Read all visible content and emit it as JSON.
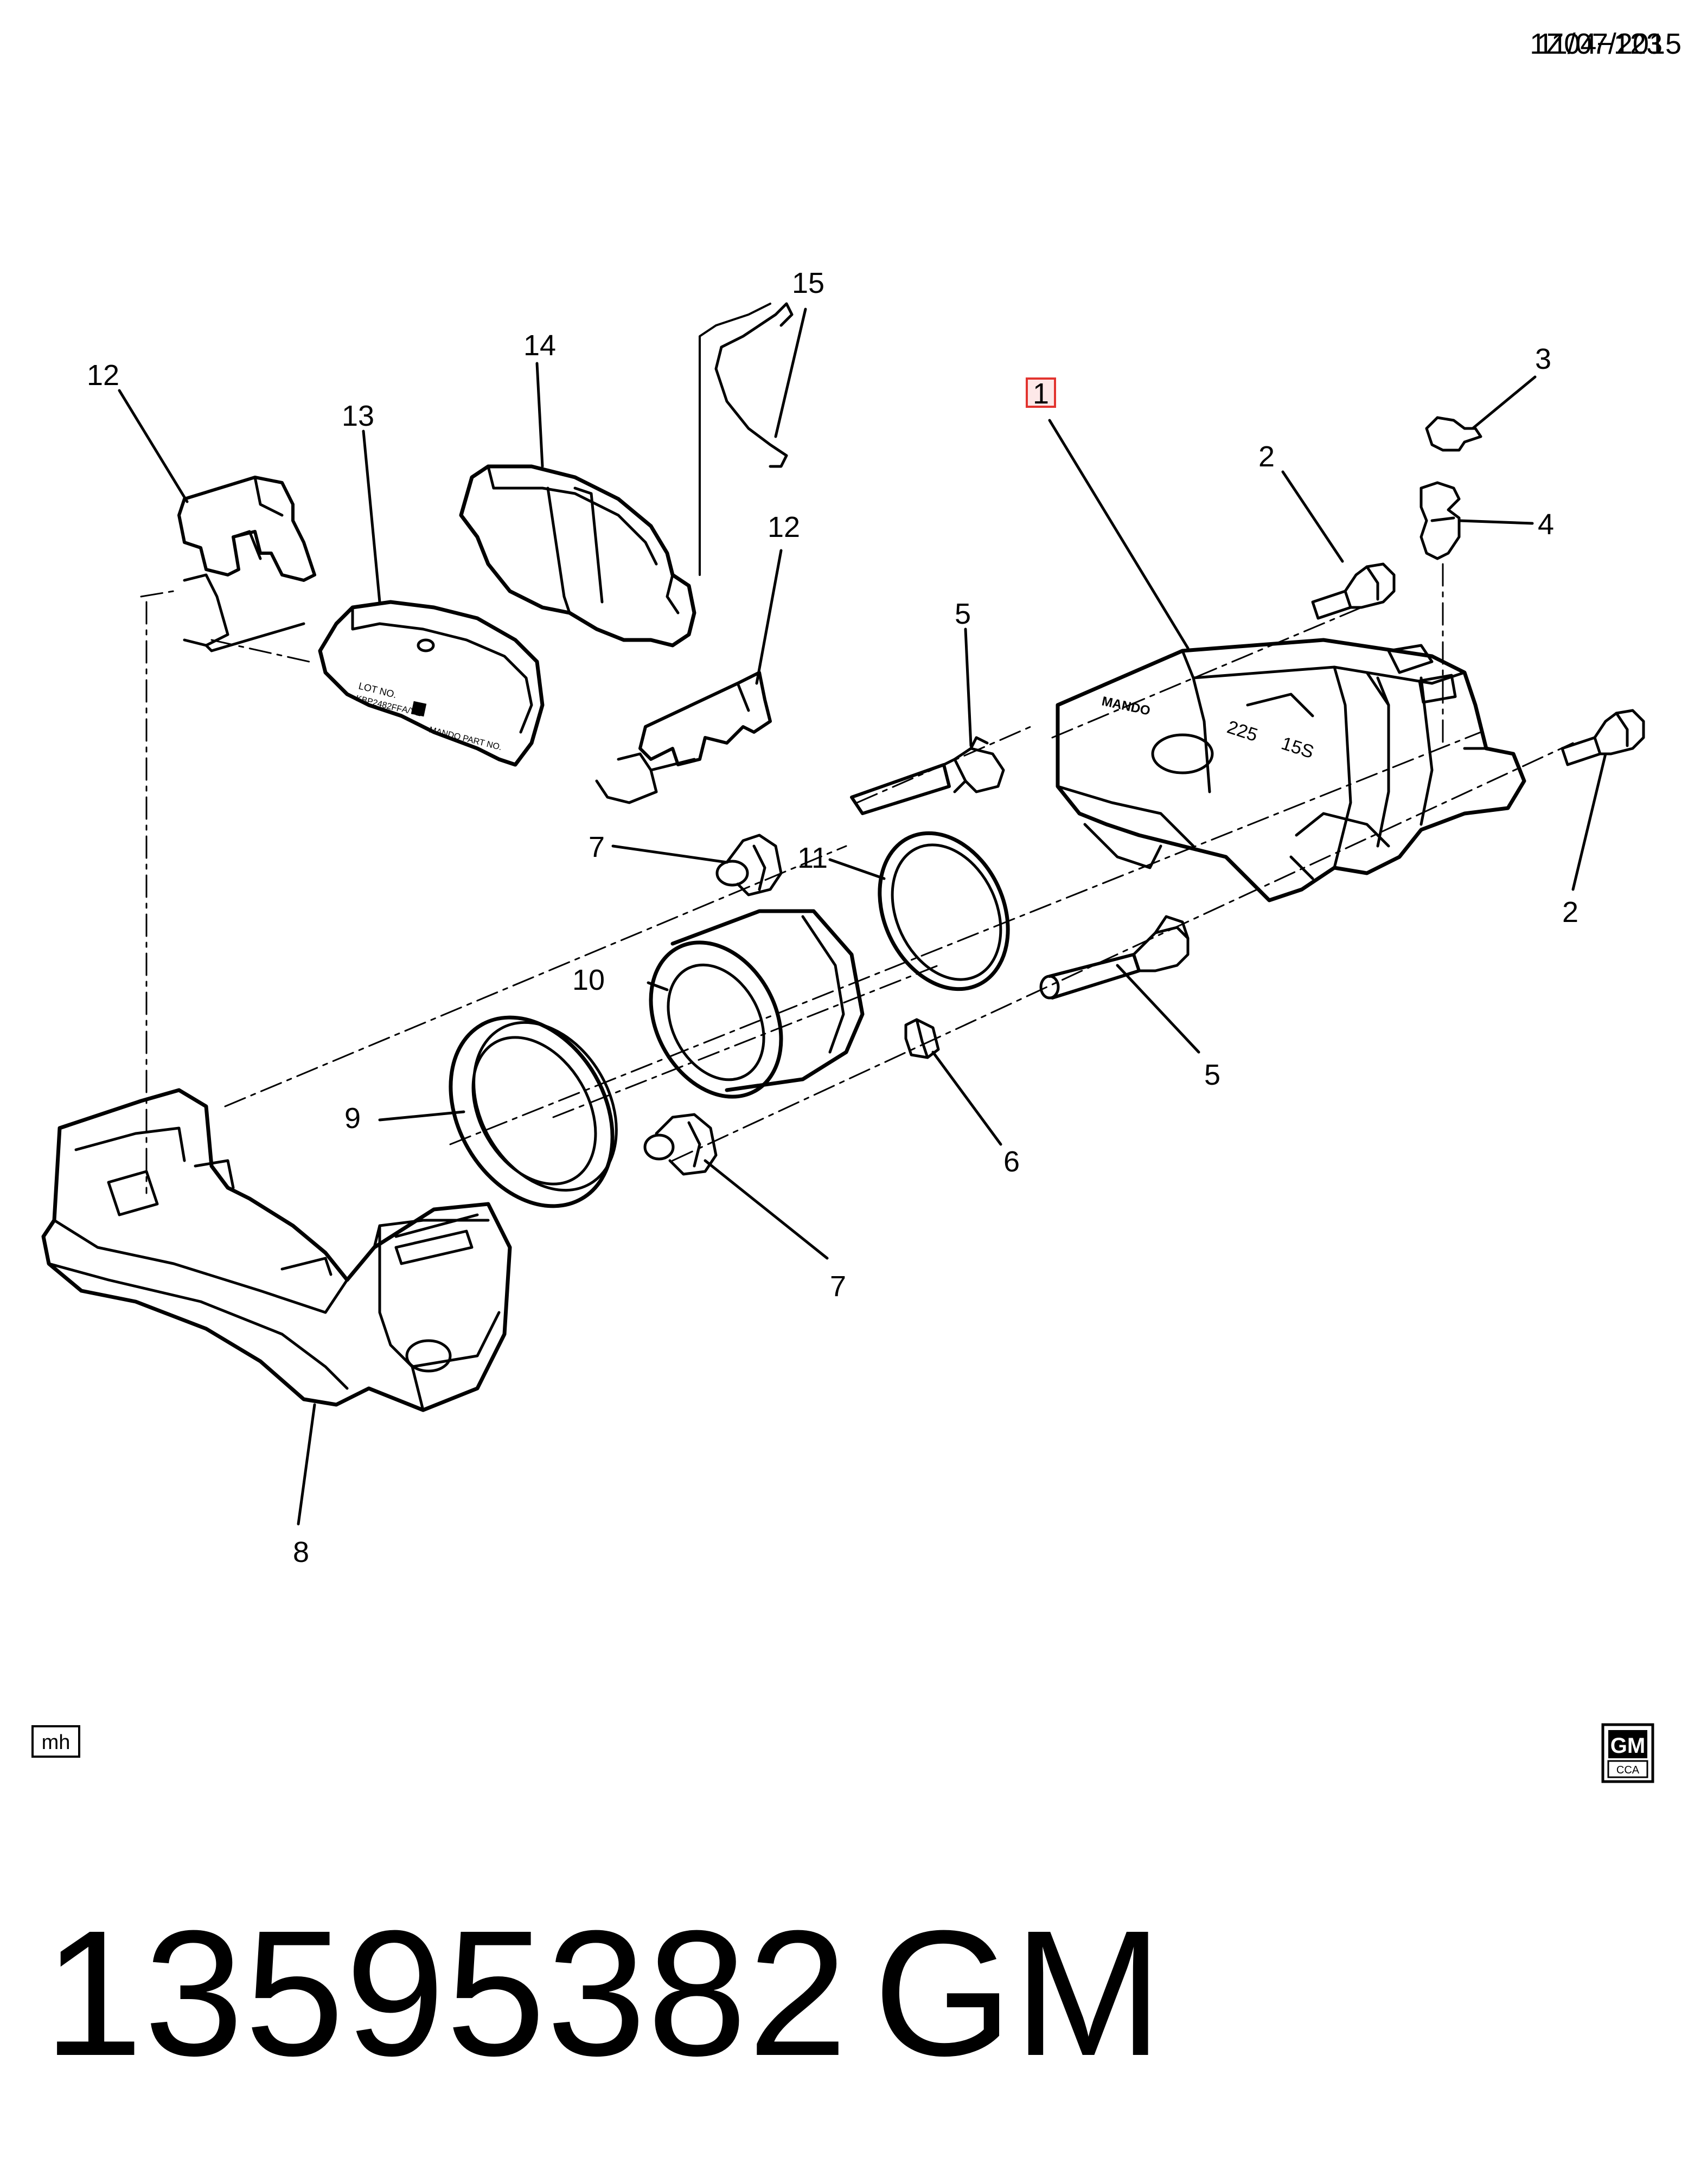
{
  "header": {
    "ref_code": "1Z04−123",
    "date": "11/07/2015"
  },
  "callouts": {
    "c1": "1",
    "c2a": "2",
    "c2b": "2",
    "c3": "3",
    "c4": "4",
    "c5a": "5",
    "c5b": "5",
    "c6": "6",
    "c7a": "7",
    "c7b": "7",
    "c8": "8",
    "c9": "9",
    "c10": "10",
    "c11": "11",
    "c12a": "12",
    "c12b": "12",
    "c13": "13",
    "c14": "14",
    "c15": "15"
  },
  "part_text": {
    "pad_lot": "LOT NO.",
    "pad_code": "KBP2482FF",
    "pad_qty": "A/YE",
    "pad_part": "MANDO PART NO.",
    "caliper_brand": "MANDO",
    "caliper_size": "225",
    "caliper_code": "15S"
  },
  "footer": {
    "artist_mark": "mh",
    "logo_top": "GM",
    "logo_bottom": "CCA",
    "part_number": "13595382",
    "brand": "GM"
  },
  "colors": {
    "ink": "#000000",
    "callout_box": "#e2342f",
    "callout_fill": "#fde8e8"
  }
}
